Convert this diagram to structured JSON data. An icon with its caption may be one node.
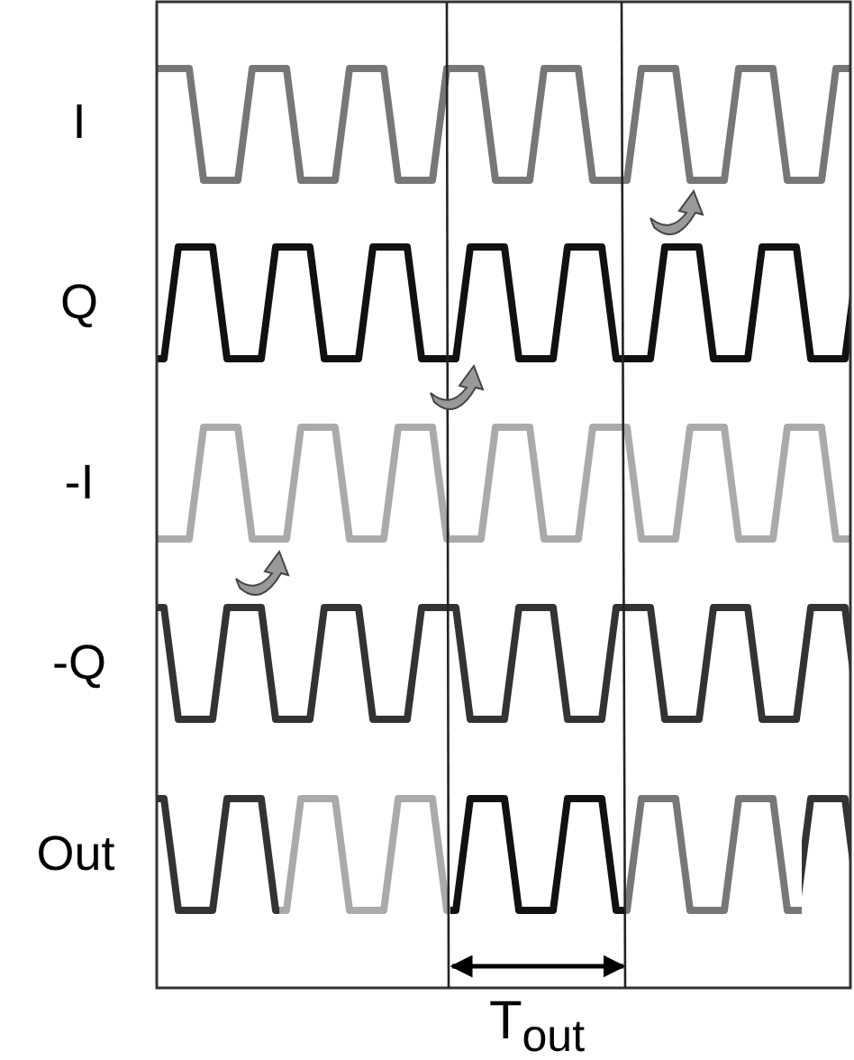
{
  "diagram": {
    "labels": [
      "I",
      "Q",
      "-I",
      "-Q",
      "Out",
      "T$_{out}$"
    ]
  }
}
